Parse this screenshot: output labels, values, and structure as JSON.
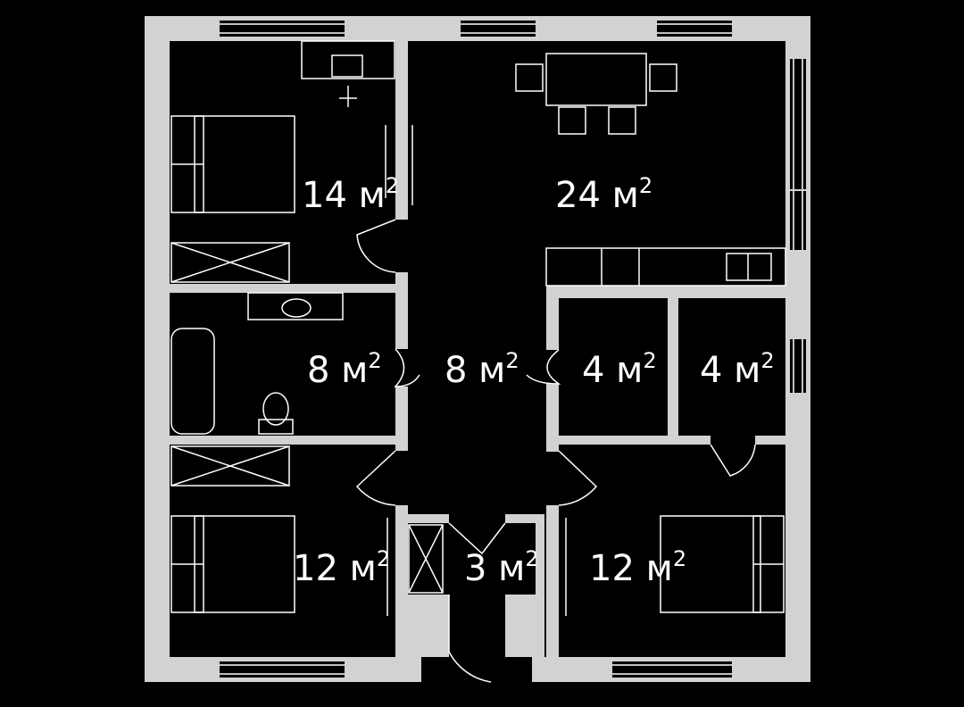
{
  "plan": {
    "unit": "м",
    "exponent": "2",
    "rooms": [
      {
        "id": "bedroom-top-left",
        "area": "14"
      },
      {
        "id": "living-dining",
        "area": "24"
      },
      {
        "id": "bathroom",
        "area": "8"
      },
      {
        "id": "hall",
        "area": "8"
      },
      {
        "id": "storage-1",
        "area": "4"
      },
      {
        "id": "storage-2",
        "area": "4"
      },
      {
        "id": "bedroom-bottom-left",
        "area": "12"
      },
      {
        "id": "entrance",
        "area": "3"
      },
      {
        "id": "bedroom-bottom-right",
        "area": "12"
      }
    ]
  },
  "colors": {
    "background": "#000000",
    "wall": "#d2d2d2",
    "line": "#ffffff"
  }
}
